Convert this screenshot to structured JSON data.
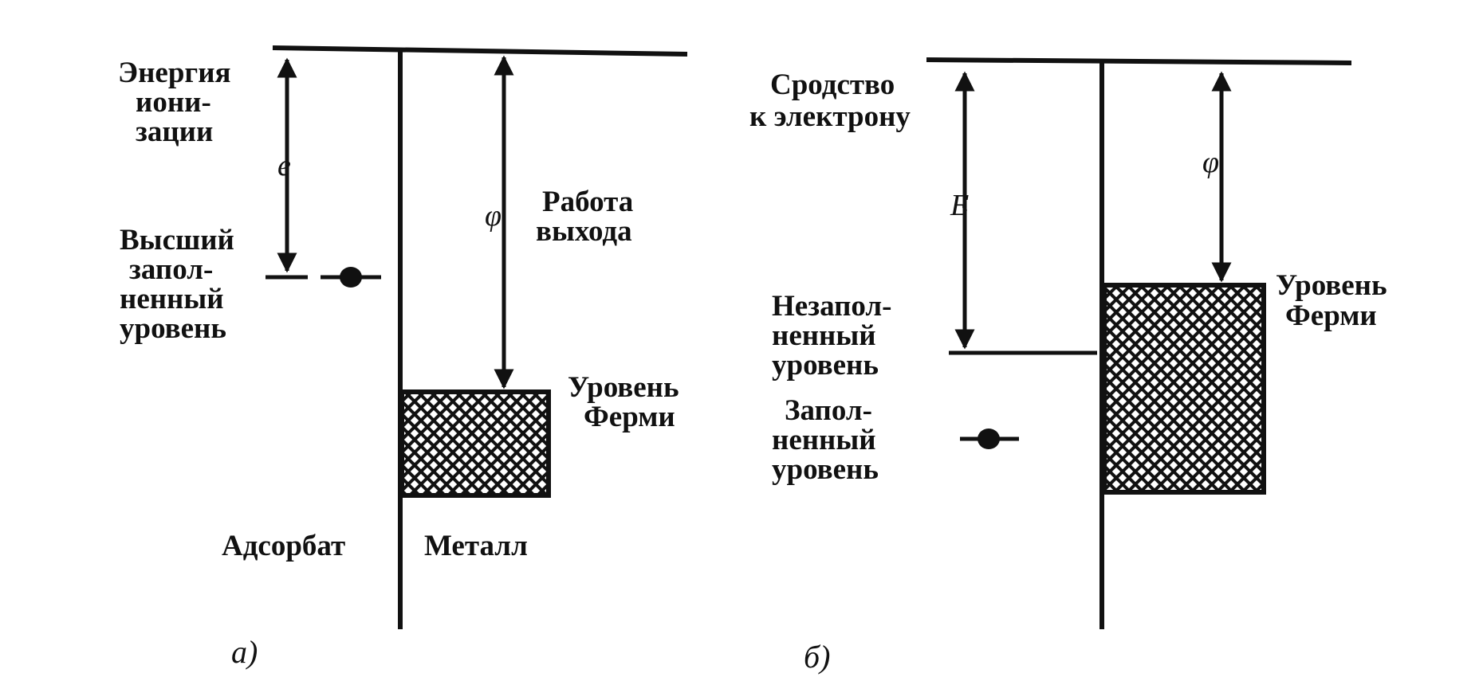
{
  "panel_a": {
    "ionization_energy": [
      "Энергия",
      "иони-",
      "зации"
    ],
    "symbol_e": "e",
    "highest_filled_level": [
      "Высший",
      "запол-",
      "ненный",
      "уровень"
    ],
    "symbol_phi": "φ",
    "work_function": [
      "Работа",
      "выхода"
    ],
    "fermi_level": [
      "Уровень",
      "Ферми"
    ],
    "adsorbate": "Адсорбат",
    "metal": "Металл",
    "caption": "а)"
  },
  "panel_b": {
    "electron_affinity": [
      "Сродство",
      "к электрону"
    ],
    "symbol_E": "E",
    "symbol_phi": "φ",
    "fermi_level": [
      "Уровень",
      "Ферми"
    ],
    "unfilled_level": [
      "Незапол-",
      "ненный",
      "уровень"
    ],
    "filled_level": [
      "Запол-",
      "ненный",
      "уровень"
    ],
    "caption": "б)"
  },
  "colors": {
    "ink": "#111111",
    "background": "#ffffff"
  }
}
